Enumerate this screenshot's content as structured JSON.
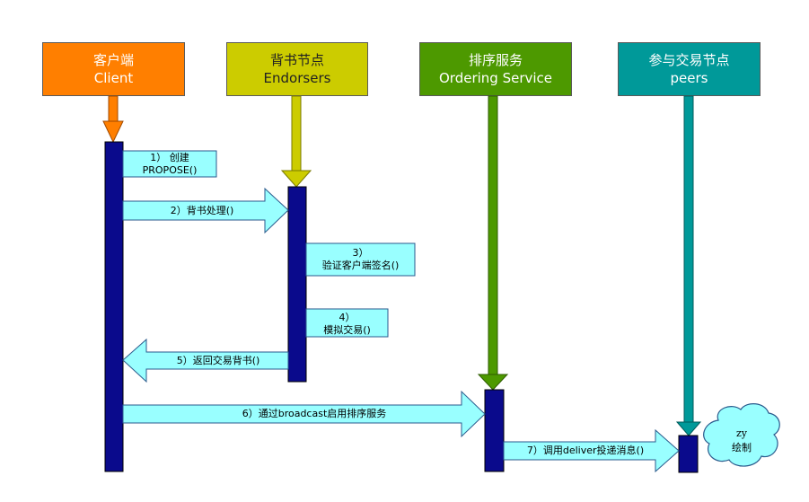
{
  "participants": [
    {
      "name_cn": "客户端",
      "name_en": "Client",
      "color": "#ff7f00"
    },
    {
      "name_cn": "背书节点",
      "name_en": "Endorsers",
      "color": "#cccc00"
    },
    {
      "name_cn": "排序服务",
      "name_en": "Ordering Service",
      "color": "#4d9900"
    },
    {
      "name_cn": "参与交易节点",
      "name_en": "peers",
      "color": "#009999"
    }
  ],
  "steps": [
    {
      "text": "1） 创建\nPROPOSE()"
    },
    {
      "text": "2）背书处理()"
    },
    {
      "text": "3）\n验证客户端签名()"
    },
    {
      "text": "4）\n模拟交易()"
    },
    {
      "text": "5）返回交易背书()"
    },
    {
      "text": "6）通过broadcast启用排序服务"
    },
    {
      "text": "7）调用deliver投递消息()"
    }
  ],
  "cloud": {
    "line1": "zy",
    "line2": "绘制"
  },
  "colors": {
    "activation": "#0a0a8c",
    "arrow_fill": "#99ffff",
    "arrow_stroke": "#2a5a8c"
  }
}
